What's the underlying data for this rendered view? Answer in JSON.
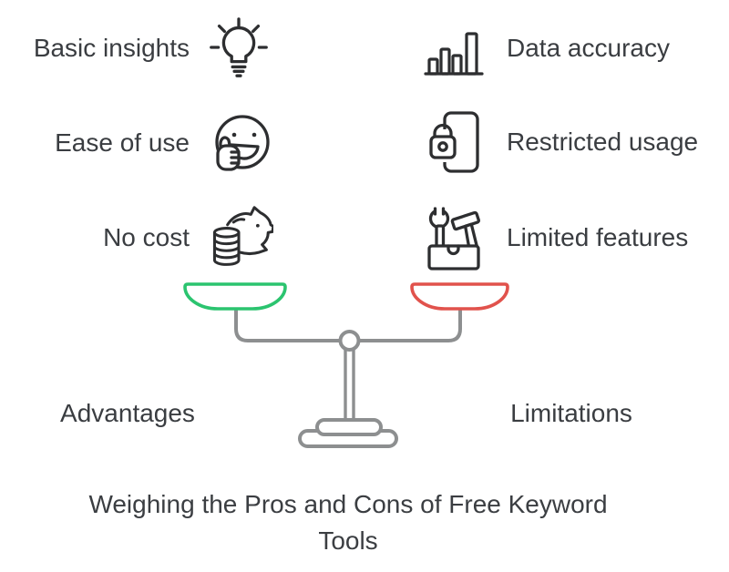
{
  "title": {
    "text": "Weighing the Pros and Cons of Free Keyword Tools"
  },
  "pros": {
    "items": [
      {
        "label": "Basic insights",
        "icon": "lightbulb-icon"
      },
      {
        "label": "Ease of use",
        "icon": "smiley-thumbs-up-icon"
      },
      {
        "label": "No cost",
        "icon": "piggy-bank-coins-icon"
      }
    ]
  },
  "cons": {
    "items": [
      {
        "label": "Data accuracy",
        "icon": "bar-chart-icon"
      },
      {
        "label": "Restricted usage",
        "icon": "locked-document-icon"
      },
      {
        "label": "Limited features",
        "icon": "toolbox-icon"
      }
    ]
  },
  "scale": {
    "left_label": "Advantages",
    "right_label": "Limitations",
    "left_pan_color": "#2bc46f",
    "right_pan_color": "#e1524c",
    "frame_color": "#8d8f90"
  },
  "colors": {
    "icon_ink": "#2d2e30",
    "text": "#3a3d41"
  }
}
